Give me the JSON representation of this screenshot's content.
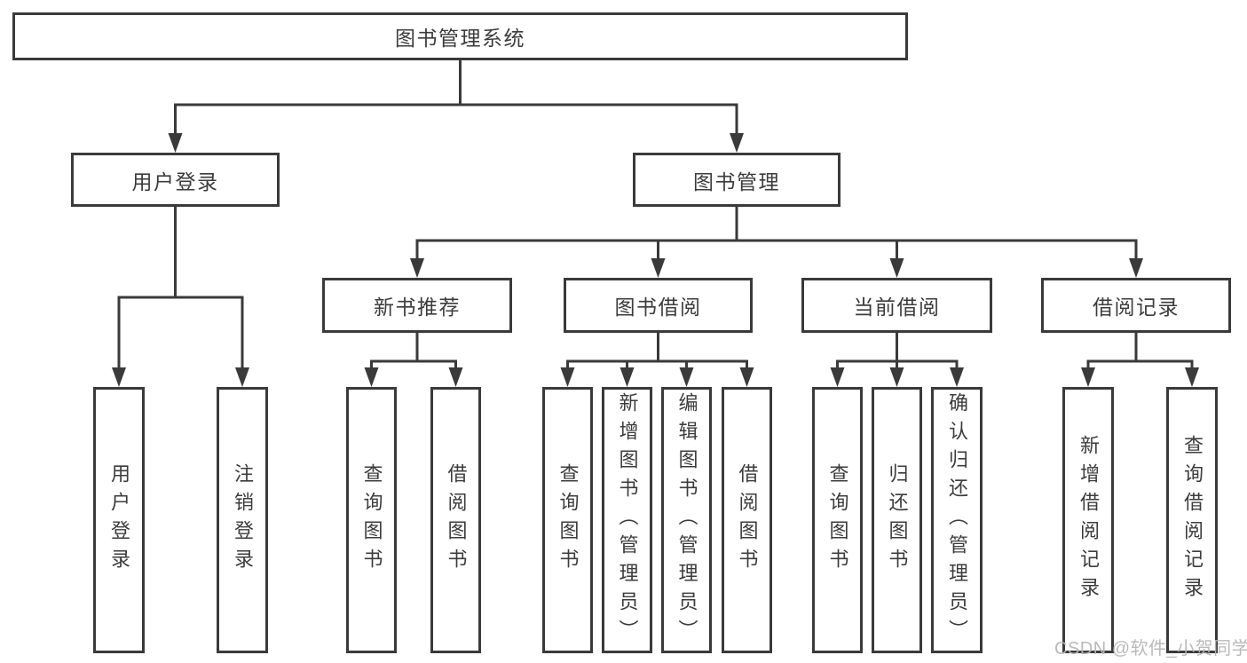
{
  "page": {
    "background": "#ffffff",
    "line_color": "#3a3a3a"
  },
  "diagram": {
    "title": "图书管理系统",
    "nodes": [
      {
        "id": "system",
        "label": "图书管理系统",
        "parent": null
      },
      {
        "id": "user-login-group",
        "label": "用户登录",
        "parent": "system"
      },
      {
        "id": "book-mgmt",
        "label": "图书管理",
        "parent": "system"
      },
      {
        "id": "user-login",
        "label": "用户登录",
        "parent": "user-login-group"
      },
      {
        "id": "logout",
        "label": "注销登录",
        "parent": "user-login-group"
      },
      {
        "id": "new-book-rec",
        "label": "新书推荐",
        "parent": "book-mgmt"
      },
      {
        "id": "book-borrow",
        "label": "图书借阅",
        "parent": "book-mgmt"
      },
      {
        "id": "current-borrow",
        "label": "当前借阅",
        "parent": "book-mgmt"
      },
      {
        "id": "borrow-records",
        "label": "借阅记录",
        "parent": "book-mgmt"
      },
      {
        "id": "nbr-query-book",
        "label": "查询图书",
        "parent": "new-book-rec"
      },
      {
        "id": "nbr-borrow-book",
        "label": "借阅图书",
        "parent": "new-book-rec"
      },
      {
        "id": "bb-query-book",
        "label": "查询图书",
        "parent": "book-borrow"
      },
      {
        "id": "bb-add-book",
        "label": "新增图书（管理员）",
        "parent": "book-borrow"
      },
      {
        "id": "bb-edit-book",
        "label": "编辑图书（管理员）",
        "parent": "book-borrow"
      },
      {
        "id": "bb-borrow-book",
        "label": "借阅图书",
        "parent": "book-borrow"
      },
      {
        "id": "cb-query-book",
        "label": "查询图书",
        "parent": "current-borrow"
      },
      {
        "id": "cb-return-book",
        "label": "归还图书",
        "parent": "current-borrow"
      },
      {
        "id": "cb-confirm-return",
        "label": "确认归还（管理员）",
        "parent": "current-borrow"
      },
      {
        "id": "br-add-record",
        "label": "新增借阅记录",
        "parent": "borrow-records"
      },
      {
        "id": "br-query-record",
        "label": "查询借阅记录",
        "parent": "borrow-records"
      }
    ]
  },
  "watermark": {
    "text": "CSDN @软件_小贺同学",
    "color": "#b6b6b6"
  }
}
